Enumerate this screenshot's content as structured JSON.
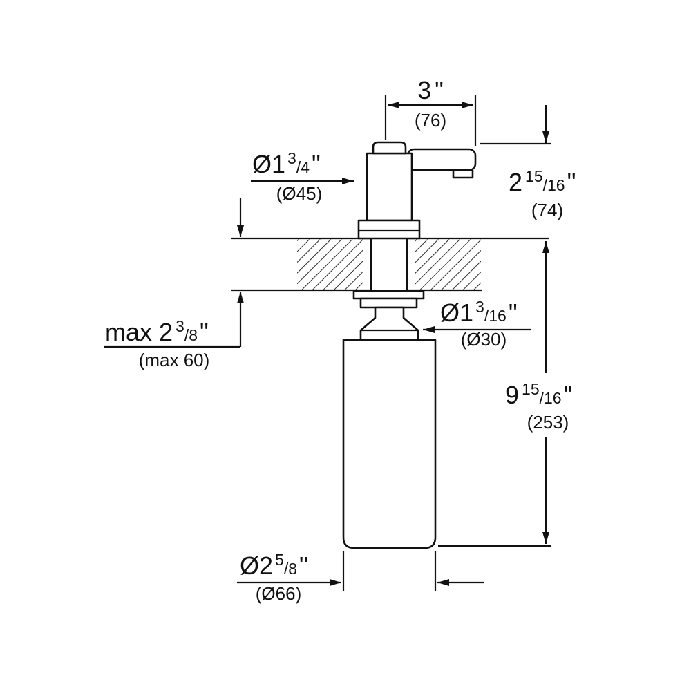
{
  "tokens": {
    "slash": "/"
  },
  "dims": {
    "spout_width": {
      "value": "3",
      "unit": "\"",
      "metric": "(76)"
    },
    "escutcheon_dia": {
      "prefix": "Ø1",
      "num": "3",
      "den": "4",
      "unit": "\"",
      "metric": "(Ø45)"
    },
    "height_above_deck": {
      "prefix": "2",
      "num": "15",
      "den": "16",
      "unit": "\"",
      "metric": "(74)"
    },
    "max_deck_thickness": {
      "prefix": "max 2",
      "num": "3",
      "den": "8",
      "unit": "\"",
      "metric": "(max 60)"
    },
    "shank_dia": {
      "prefix": "Ø1",
      "num": "3",
      "den": "16",
      "unit": "\"",
      "metric": "(Ø30)"
    },
    "height_below_deck": {
      "prefix": "9",
      "num": "15",
      "den": "16",
      "unit": "\"",
      "metric": "(253)"
    },
    "bottle_dia": {
      "prefix": "Ø2",
      "num": "5",
      "den": "8",
      "unit": "\"",
      "metric": "(Ø66)"
    }
  },
  "colors": {
    "line": "#111111",
    "background": "#ffffff"
  }
}
